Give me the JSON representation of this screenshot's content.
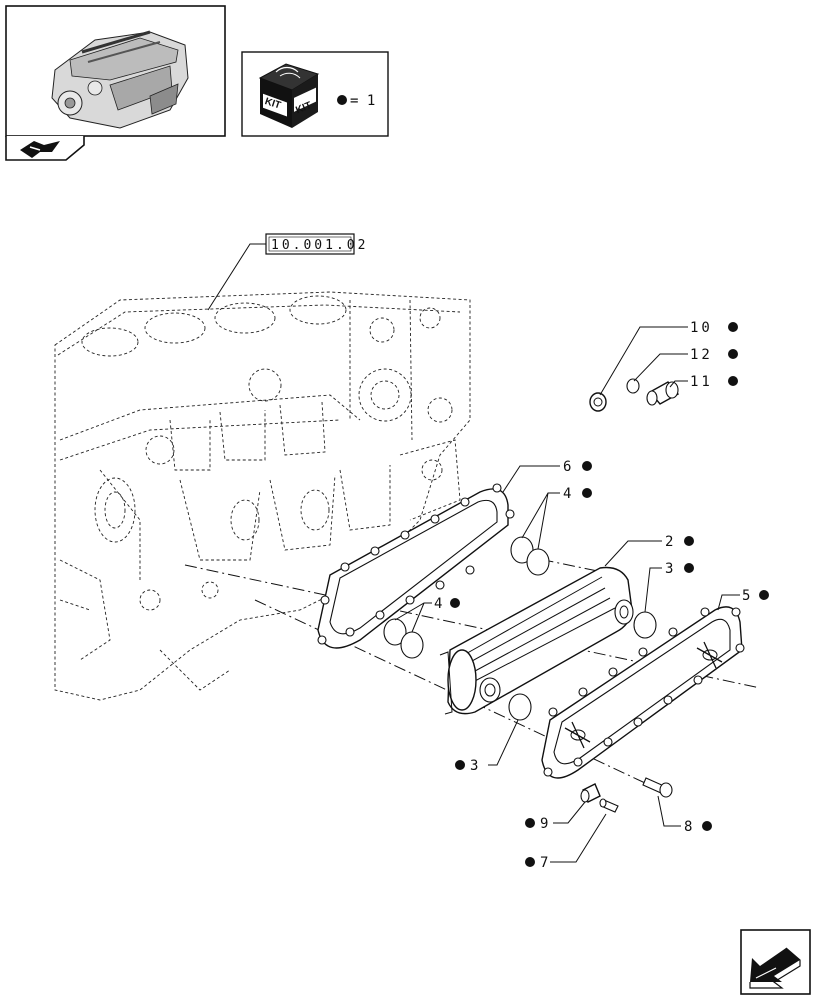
{
  "reference_code": "10.001.02",
  "kit_legend": {
    "kit_word_left": "KIT",
    "kit_word_right": "KIT",
    "equation": "= 1"
  },
  "callouts": [
    {
      "id": "c10",
      "number": "10",
      "kit_marker": true
    },
    {
      "id": "c12",
      "number": "12",
      "kit_marker": true
    },
    {
      "id": "c11",
      "number": "11",
      "kit_marker": true
    },
    {
      "id": "c6",
      "number": "6",
      "kit_marker": true
    },
    {
      "id": "c4a",
      "number": "4",
      "kit_marker": true
    },
    {
      "id": "c2",
      "number": "2",
      "kit_marker": true
    },
    {
      "id": "c3a",
      "number": "3",
      "kit_marker": true
    },
    {
      "id": "c4b",
      "number": "4",
      "kit_marker": true
    },
    {
      "id": "c5",
      "number": "5",
      "kit_marker": true
    },
    {
      "id": "c3b",
      "number": "3",
      "kit_marker": true
    },
    {
      "id": "c9",
      "number": "9",
      "kit_marker": true
    },
    {
      "id": "c8",
      "number": "8",
      "kit_marker": true
    },
    {
      "id": "c7",
      "number": "7",
      "kit_marker": true
    }
  ],
  "icons": {
    "engine_thumbnail": "engine-thumbnail-icon",
    "prev_page": "back-arrow-icon",
    "kit_box": "kit-box-icon",
    "next_page": "next-page-arrow-icon"
  },
  "colors": {
    "ink": "#111111",
    "background": "#ffffff"
  }
}
